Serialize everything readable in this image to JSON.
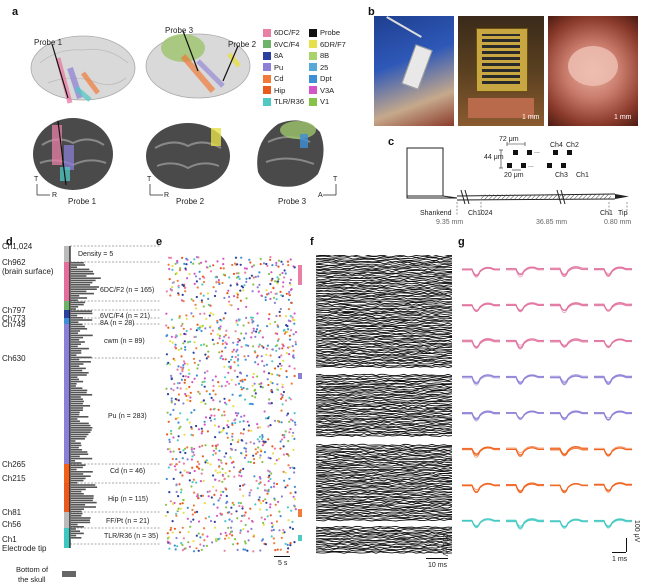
{
  "panels": {
    "a": "a",
    "b": "b",
    "c": "c",
    "d": "d",
    "e": "e",
    "f": "f",
    "g": "g"
  },
  "panel_a": {
    "probe_labels": [
      "Probe 1",
      "Probe 3",
      "Probe 2"
    ],
    "slice_labels": [
      "Probe 1",
      "Probe 2",
      "Probe 3"
    ],
    "axis": {
      "t": "T",
      "r": "R",
      "a": "A"
    },
    "legend": [
      {
        "name": "6DC/F2",
        "color": "#e87fa5"
      },
      {
        "name": "Probe",
        "color": "#111111"
      },
      {
        "name": "6VC/F4",
        "color": "#6fb36b"
      },
      {
        "name": "6DR/F7",
        "color": "#e6e04a"
      },
      {
        "name": "8A",
        "color": "#2b3f9e"
      },
      {
        "name": "8B",
        "color": "#a9d26a"
      },
      {
        "name": "Pu",
        "color": "#8b7fd6"
      },
      {
        "name": "25",
        "color": "#58a8d8"
      },
      {
        "name": "Cd",
        "color": "#f07b3a"
      },
      {
        "name": "Dpt",
        "color": "#3f8fd6"
      },
      {
        "name": "Hip",
        "color": "#e85a1e"
      },
      {
        "name": "V3A",
        "color": "#d455c8"
      },
      {
        "name": "TLR/R36",
        "color": "#4fc9c4"
      },
      {
        "name": "V1",
        "color": "#86c24a"
      }
    ]
  },
  "panel_b": {
    "scale1": "1 mm",
    "scale2": "1 mm"
  },
  "panel_c": {
    "dims": {
      "w72": "72 μm",
      "h44": "44 μm",
      "w20": "20 μm"
    },
    "channels": {
      "ch4": "Ch4",
      "ch2": "Ch2",
      "ch3": "Ch3",
      "ch1": "Ch1",
      "ch1024": "Ch1024",
      "ch1b": "Ch1",
      "tip": "Tip",
      "shankend": "Shankend"
    },
    "distances": {
      "d1": "9.35 mm",
      "d2": "36.85 mm",
      "d3": "0.80 mm"
    },
    "ellipsis": "...",
    "ellipsis2": "..."
  },
  "panel_d": {
    "channels": [
      {
        "label": "Ch1,024"
      },
      {
        "label": "Ch962"
      },
      {
        "label": "(brain surface)"
      },
      {
        "label": "Ch797"
      },
      {
        "label": "Ch773"
      },
      {
        "label": "Ch749"
      },
      {
        "label": "Ch630"
      },
      {
        "label": "Ch265"
      },
      {
        "label": "Ch215"
      },
      {
        "label": "Ch81"
      },
      {
        "label": "Ch56"
      },
      {
        "label": "Ch1"
      },
      {
        "label": "Electrode tip"
      }
    ],
    "density_label": "Density = 5",
    "skull_label_1": "Bottom of",
    "skull_label_2": "the skull"
  },
  "panel_e": {
    "regions": [
      {
        "text": "6DC/F2 (n = 165)"
      },
      {
        "text": "6VC/F4 (n = 21)"
      },
      {
        "text": "8A (n = 28)"
      },
      {
        "text": "cwm (n = 89)"
      },
      {
        "text": "Pu (n = 283)"
      },
      {
        "text": "Cd (n = 46)"
      },
      {
        "text": "Hip (n = 115)"
      },
      {
        "text": "FF/Pt (n = 21)"
      },
      {
        "text": "TLR/R36 (n = 35)"
      }
    ],
    "scale": "5 s"
  },
  "panel_f": {
    "scale_x": "10 ms",
    "scale_y": "200 μV"
  },
  "panel_g": {
    "scale_x": "1 ms",
    "scale_y": "100 μV"
  },
  "colors": {
    "pink": "#e06f9c",
    "purple": "#8b7fd6",
    "blue": "#2b3f9e",
    "orange": "#f0601a",
    "cyan": "#3fc8c1",
    "gray": "#777777"
  }
}
